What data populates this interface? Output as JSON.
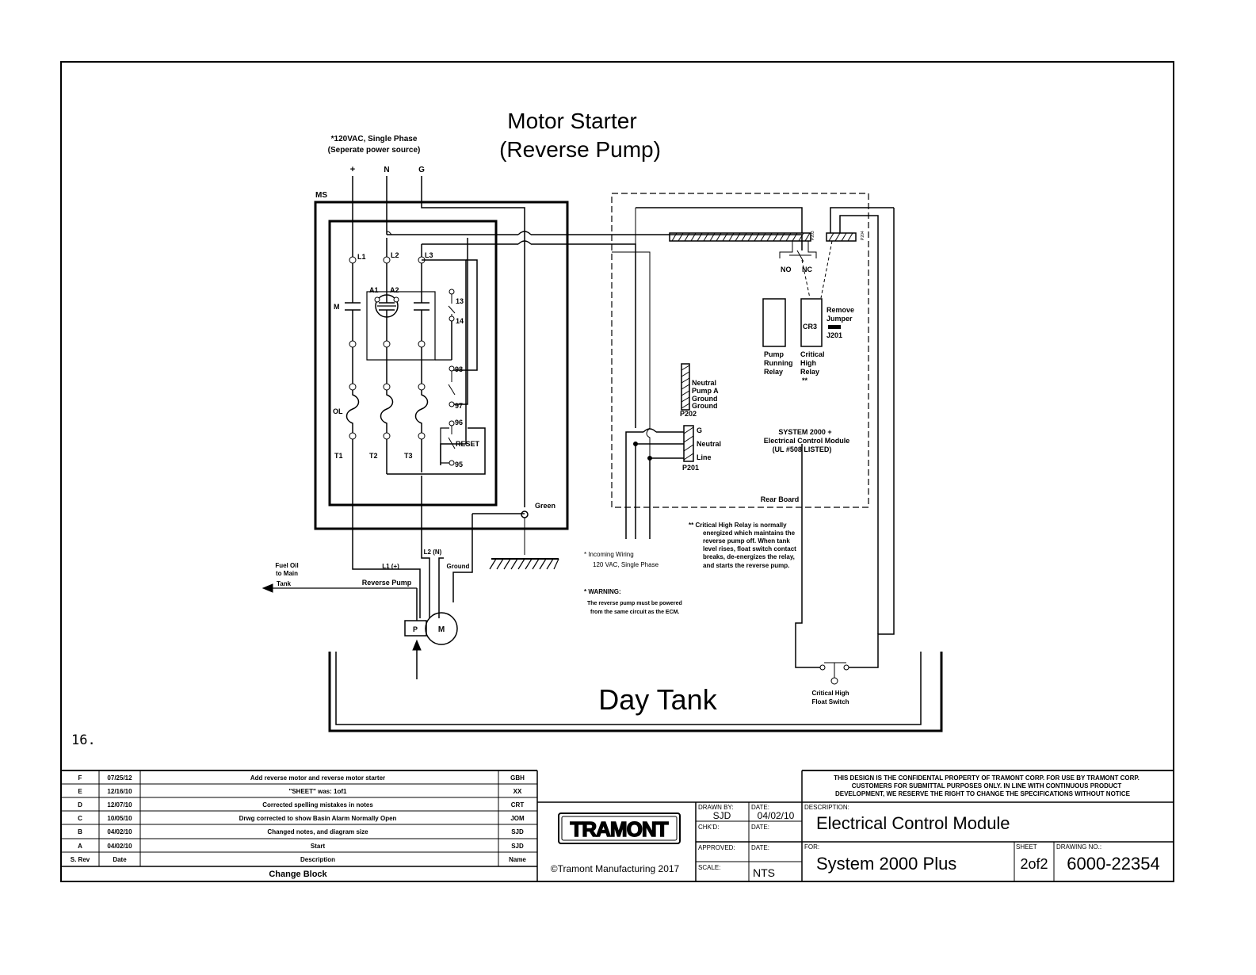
{
  "title": {
    "line1": "Motor Starter",
    "line2": "(Reverse Pump)"
  },
  "power_note": {
    "line1": "*120VAC, Single Phase",
    "line2": "(Seperate power source)"
  },
  "power_terminals": [
    "+",
    "N",
    "G"
  ],
  "starter": {
    "ms": "MS",
    "line_terms": [
      "L1",
      "L2",
      "L3"
    ],
    "coil_terms": [
      "A1",
      "A2"
    ],
    "contactor": "M",
    "aux": [
      "13",
      "14"
    ],
    "ol": "OL",
    "ol_contacts": [
      "98",
      "97",
      "96",
      "95"
    ],
    "reset": "RESET",
    "load_terms": [
      "T1",
      "T2",
      "T3"
    ],
    "green": "Green"
  },
  "pump": {
    "fuel_note": [
      "Fuel Oil",
      "to Main",
      "Tank"
    ],
    "l1": "L1 (+)",
    "l2": "L2 (N)",
    "ground": "Ground",
    "reverse_pump": "Reverse Pump",
    "p": "P",
    "m": "M"
  },
  "ecm": {
    "no": "NO",
    "nc": "NC",
    "p203": "P203",
    "p204": "P204",
    "cr3": "CR3",
    "remove": "Remove",
    "jumper": "Jumper",
    "j201": "J201",
    "pump_running": [
      "Pump",
      "Running",
      "Relay"
    ],
    "critical_high": [
      "Critical",
      "High",
      "Relay",
      "**"
    ],
    "p202_labels": [
      "Neutral",
      "Pump A",
      "Ground",
      "Ground"
    ],
    "p202": "P202",
    "p201_labels": [
      "G",
      "Neutral",
      "Line"
    ],
    "p201": "P201",
    "system": [
      "SYSTEM 2000 +",
      "Electrical Control Module",
      "(UL #508 LISTED)"
    ],
    "rear_board": "Rear Board"
  },
  "notes": {
    "critical": [
      "**   Critical High Relay is normally",
      "energized which maintains the",
      "reverse pump off. When tank",
      "level rises, float switch contact",
      "breaks, de-energizes the relay,",
      "and starts the reverse pump."
    ],
    "incoming": [
      "* Incoming Wiring",
      "120 VAC, Single Phase"
    ],
    "warning": [
      "* WARNING:",
      "The reverse pump must be powered",
      "from the same circuit as the ECM."
    ]
  },
  "tank": {
    "label": "Day Tank",
    "float": [
      "Critical High",
      "Float Switch"
    ]
  },
  "page_number": "16.",
  "change_block": {
    "rows": [
      {
        "rev": "F",
        "date": "07/25/12",
        "desc": "Add reverse motor and reverse motor starter",
        "name": "GBH"
      },
      {
        "rev": "E",
        "date": "12/16/10",
        "desc": "\"SHEET\" was: 1of1",
        "name": "XX"
      },
      {
        "rev": "D",
        "date": "12/07/10",
        "desc": "Corrected spelling mistakes in notes",
        "name": "CRT"
      },
      {
        "rev": "C",
        "date": "10/05/10",
        "desc": "Drwg corrected to show Basin Alarm Normally Open",
        "name": "JOM"
      },
      {
        "rev": "B",
        "date": "04/02/10",
        "desc": "Changed notes, and diagram size",
        "name": "SJD"
      },
      {
        "rev": "A",
        "date": "04/02/10",
        "desc": "Start",
        "name": "SJD"
      }
    ],
    "headers": {
      "rev": "S. Rev",
      "date": "Date",
      "desc": "Description",
      "name": "Name"
    },
    "caption": "Change Block"
  },
  "title_block": {
    "logo": "TRAMONT",
    "copyright": "©Tramont Manufacturing 2017",
    "confidential": [
      "THIS DESIGN IS THE CONFIDENTAL PROPERTY OF TRAMONT CORP. FOR USE BY TRAMONT CORP.",
      "CUSTOMERS FOR SUBMITTAL PURPOSES ONLY.  IN LINE WITH CONTINUOUS PRODUCT",
      "DEVELOPMENT, WE RESERVE THE RIGHT TO CHANGE THE SPECIFICATIONS WITHOUT NOTICE"
    ],
    "drawn_by_label": "DRAWN BY:",
    "drawn_by": "SJD",
    "date_label": "DATE:",
    "date": "04/02/10",
    "chkd_label": "CHK'D:",
    "approved_label": "APPROVED:",
    "scale_label": "SCALE:",
    "scale": "NTS",
    "description_label": "DESCRIPTION:",
    "description": "Electrical Control Module",
    "for_label": "FOR:",
    "for": "System 2000 Plus",
    "sheet_label": "SHEET",
    "sheet": "2of2",
    "drawing_no_label": "DRAWING NO.:",
    "drawing_no": "6000-22354"
  }
}
